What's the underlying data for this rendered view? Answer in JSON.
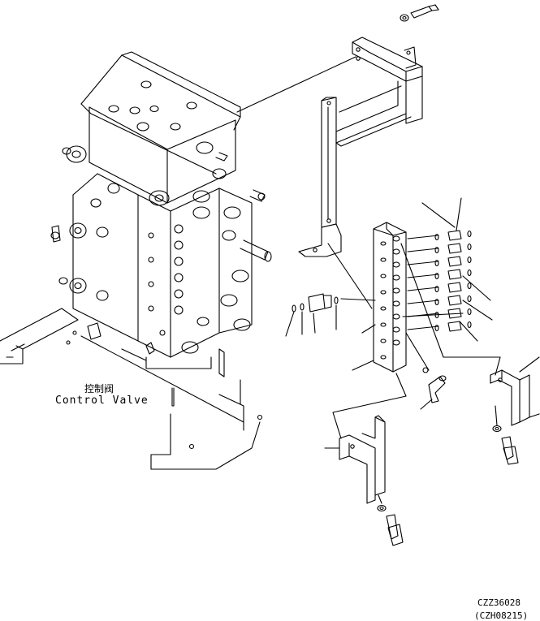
{
  "labels": {
    "control_valve_cn": "控制阀",
    "control_valve_en": "Control Valve"
  },
  "figure_codes": {
    "primary": "CZZ36028",
    "secondary": "(CZH08215)"
  }
}
